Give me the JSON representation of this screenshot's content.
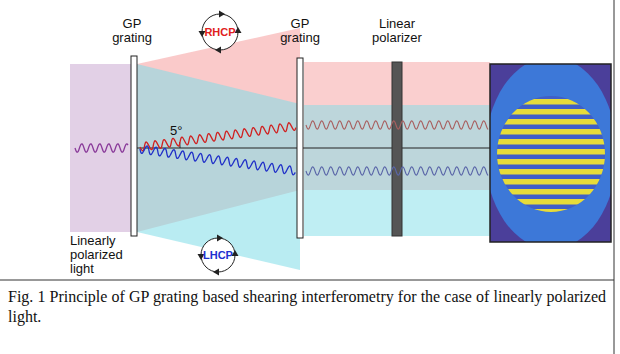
{
  "diagram": {
    "caption": "Fig. 1 Principle of GP grating based shearing interferometry for the case of linearly polarized light.",
    "nodes": [
      {
        "text": [
          "RHCP"
        ]
      },
      {
        "text": [
          "LHCP"
        ]
      }
    ],
    "labels": [
      "GP grating",
      "GP grating",
      "5°",
      "Linear polarizer",
      "Linearly polarized light"
    ]
  }
}
